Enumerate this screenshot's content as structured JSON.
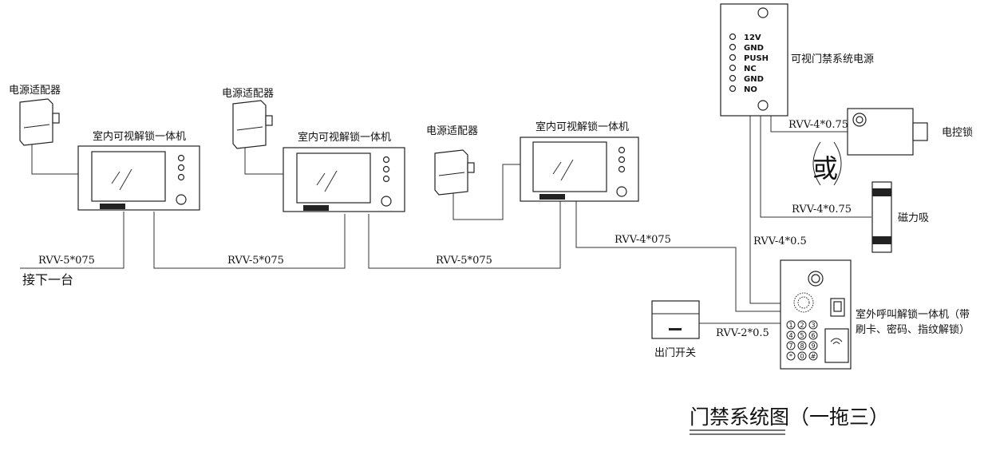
{
  "adapter_label": "电源适配器",
  "monitor_label": "室内可视解锁一体机",
  "cable_rvv5": "RVV-5*075",
  "cable_rvv4_075": "RVV-4*075",
  "cable_rvv4_lock": "RVV-4*0.75",
  "cable_rvv4_mag": "RVV-4*0.75",
  "cable_rvv4_05": "RVV-4*0.5",
  "cable_rvv2": "RVV-2*0.5",
  "next_unit": "接下一台",
  "power_supply": {
    "label": "可视门禁系统电源",
    "terminals": [
      "12V",
      "GND",
      "PUSH",
      "NC",
      "GND",
      "NO"
    ]
  },
  "electric_lock": "电控锁",
  "or_text": "或",
  "maglock": "磁力吸",
  "outdoor_unit": {
    "label_line1": "室外呼叫解锁一体机（带",
    "label_line2": "刷卡、密码、指纹解锁）",
    "keys": [
      "1",
      "2",
      "3",
      "4",
      "5",
      "6",
      "7",
      "8",
      "9",
      "*",
      "0",
      "#"
    ]
  },
  "exit_button": "出门开关",
  "title": "门禁系统图（一拖三）"
}
